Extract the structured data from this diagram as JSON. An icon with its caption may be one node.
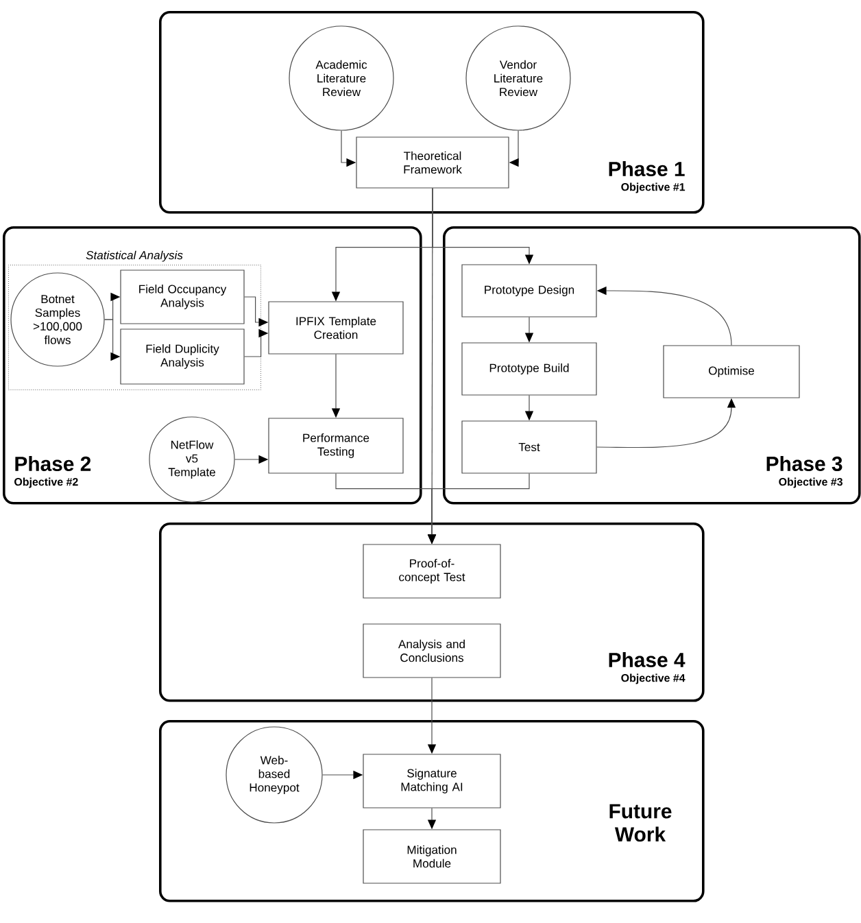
{
  "diagram": {
    "nodes": [
      {
        "text": [
          "Phase 1",
          "Objective #1"
        ]
      },
      {
        "text": [
          "Academic Literature Review"
        ],
        "in": 0
      },
      {
        "text": [
          "Vendor Literature Review"
        ],
        "in": 0
      },
      {
        "text": [
          "Theoretical Framework"
        ],
        "in": 0
      },
      {
        "text": [
          "Phase 2",
          "Objective #2"
        ]
      },
      {
        "text": [
          "Statistical Analysis"
        ],
        "in": 4
      },
      {
        "text": [
          "Botnet Samples >100,000 flows"
        ],
        "in": 5
      },
      {
        "text": [
          "Field Occupancy Analysis"
        ],
        "in": 5
      },
      {
        "text": [
          "Field Duplicity Analysis"
        ],
        "in": 5
      },
      {
        "text": [
          "IPFIX Template Creation"
        ],
        "in": 4
      },
      {
        "text": [
          "NetFlow v5 Template"
        ],
        "in": 4
      },
      {
        "text": [
          "Performance Testing"
        ],
        "in": 4
      },
      {
        "text": [
          "Phase 3",
          "Objective #3"
        ]
      },
      {
        "text": [
          "Prototype Design"
        ],
        "in": 12
      },
      {
        "text": [
          "Prototype Build"
        ],
        "in": 12
      },
      {
        "text": [
          "Test"
        ],
        "in": 12
      },
      {
        "text": [
          "Optimise"
        ],
        "in": 12
      },
      {
        "text": [
          "Phase 4",
          "Objective #4"
        ]
      },
      {
        "text": [
          "Proof-of-concept Test"
        ],
        "in": 17
      },
      {
        "text": [
          "Analysis and Conclusions"
        ],
        "in": 17
      },
      {
        "text": [
          "Future Work"
        ]
      },
      {
        "text": [
          "Web-based Honeypot"
        ],
        "in": 20
      },
      {
        "text": [
          "Signature Matching AI"
        ],
        "in": 20
      },
      {
        "text": [
          "Mitigation Module"
        ],
        "in": 20
      }
    ],
    "edges": [
      {
        "from": 1,
        "to": 3,
        "arrow": "to"
      },
      {
        "from": 2,
        "to": 3,
        "arrow": "to"
      },
      {
        "from": 3,
        "to": 9,
        "arrow": "to"
      },
      {
        "from": 3,
        "to": 13,
        "arrow": "to"
      },
      {
        "from": 3,
        "to": 18,
        "arrow": "to"
      },
      {
        "from": 6,
        "to": 7,
        "arrow": "to"
      },
      {
        "from": 6,
        "to": 8,
        "arrow": "to"
      },
      {
        "from": 7,
        "to": 9,
        "arrow": "to"
      },
      {
        "from": 8,
        "to": 9,
        "arrow": "to"
      },
      {
        "from": 9,
        "to": 11,
        "arrow": "to"
      },
      {
        "from": 10,
        "to": 11,
        "arrow": "to"
      },
      {
        "from": 13,
        "to": 14,
        "arrow": "to"
      },
      {
        "from": 14,
        "to": 15,
        "arrow": "to"
      },
      {
        "from": 15,
        "to": 16,
        "arrow": "to"
      },
      {
        "from": 16,
        "to": 13,
        "arrow": "to"
      },
      {
        "from": 11,
        "to": 18,
        "arrow": "to"
      },
      {
        "from": 15,
        "to": 18,
        "arrow": "to"
      },
      {
        "from": 19,
        "to": 22,
        "arrow": "to"
      },
      {
        "from": 21,
        "to": 22,
        "arrow": "to"
      },
      {
        "from": 22,
        "to": 23,
        "arrow": "to"
      }
    ]
  }
}
